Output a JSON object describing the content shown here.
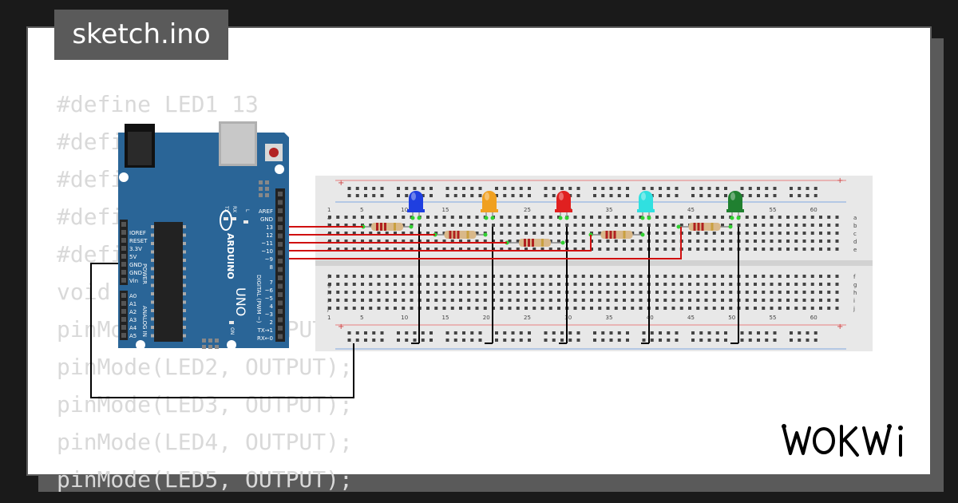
{
  "title": "sketch.ino",
  "code_lines": [
    "#define LED1 13",
    "#define LED2 12",
    "#define LED3 11",
    "#define LED4 10",
    "#define LED5 9",
    "void setup() {",
    "pinMode(LED1, OUTPUT);",
    "pinMode(LED2, OUTPUT);",
    "pinMode(LED3, OUTPUT);",
    "pinMode(LED4, OUTPUT);",
    "pinMode(LED5, OUTPUT);"
  ],
  "brand": "WOKWI",
  "arduino": {
    "name": "ARDUINO",
    "model": "UNO",
    "header_digital": [
      "AREF",
      "GND",
      "13",
      "12",
      "~11",
      "~10",
      "~9",
      "8",
      "7",
      "~6",
      "~5",
      "4",
      "~3",
      "2",
      "TX→1",
      "RX←0"
    ],
    "digital_label": "DIGITAL (PWM ~)",
    "header_power": [
      "IOREF",
      "RESET",
      "3.3V",
      "5V",
      "GND",
      "GND",
      "Vin"
    ],
    "power_label": "POWER",
    "header_analog": [
      "A0",
      "A1",
      "A2",
      "A3",
      "A4",
      "A5"
    ],
    "analog_label": "ANALOG IN",
    "tx": "TX",
    "rx": "RX",
    "l": "L",
    "on": "ON"
  },
  "breadboard": {
    "col_numbers": [
      "1",
      "5",
      "10",
      "15",
      "20",
      "25",
      "30",
      "35",
      "40",
      "45",
      "50",
      "55",
      "60"
    ],
    "rows_top": [
      "a",
      "b",
      "c",
      "d",
      "e"
    ],
    "rows_bottom": [
      "f",
      "g",
      "h",
      "i",
      "j"
    ],
    "plus": "+",
    "minus": "−"
  },
  "leds": [
    {
      "name": "LED1",
      "color": "#1f3fe0",
      "pin": "13"
    },
    {
      "name": "LED2",
      "color": "#f0a020",
      "pin": "12"
    },
    {
      "name": "LED3",
      "color": "#e02020",
      "pin": "11"
    },
    {
      "name": "LED4",
      "color": "#30e0e0",
      "pin": "10"
    },
    {
      "name": "LED5",
      "color": "#208030",
      "pin": "9"
    }
  ],
  "colors": {
    "board": "#2a6597",
    "wire_signal": "#d01010",
    "wire_ground": "#000000",
    "breadboard": "#e8e8e8"
  }
}
